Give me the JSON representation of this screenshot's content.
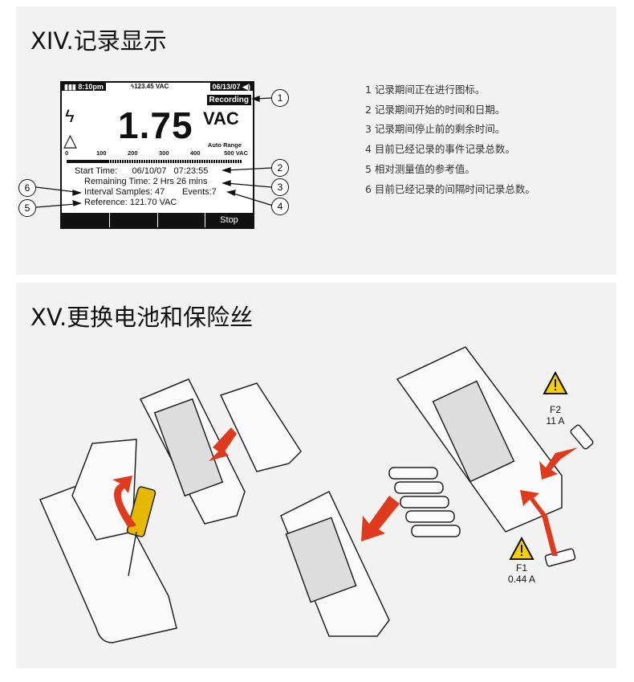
{
  "section14": {
    "title": "XIV.记录显示",
    "screen": {
      "battery_icon": "battery-icon",
      "time": "8:10pm",
      "input_reading": "123.45 VAC",
      "date": "06/13/07",
      "recording_badge": "Recording",
      "main_value": "1.75",
      "main_unit": "VAC",
      "range_mode": "Auto Range",
      "scale_ticks": [
        "0",
        "100",
        "200",
        "300",
        "400",
        "500 VAC"
      ],
      "bargraph_fraction": 0.24,
      "start_time_label": "Start Time:",
      "start_date": "06/10/07",
      "start_clock": "07:23:55",
      "remaining_time": "Remaining Time:  2 Hrs 26 mins",
      "interval_samples": "Interval Samples: 47",
      "events": "Events:7",
      "reference": "Reference: 121.70 VAC",
      "softkeys": [
        "",
        "",
        "",
        "Stop"
      ]
    },
    "callouts": [
      "1",
      "2",
      "3",
      "4",
      "5",
      "6"
    ],
    "legend": [
      "1 记录期间正在进行图标。",
      "2 记录期间开始的时间和日期。",
      "3 记录期间停止前的剩余时间。",
      "4 目前已经记录的事件记录总数。",
      "5 相对测量值的参考值。",
      "6 目前已经记录的间隔时间记录总数。"
    ]
  },
  "section15": {
    "title": "XV.更换电池和保险丝",
    "fuse_f2": {
      "name": "F2",
      "rating": "11 A"
    },
    "fuse_f1": {
      "name": "F1",
      "rating": "0.44 A"
    },
    "colors": {
      "arrow": "#e03a1e",
      "warning": "#f5d000"
    }
  }
}
